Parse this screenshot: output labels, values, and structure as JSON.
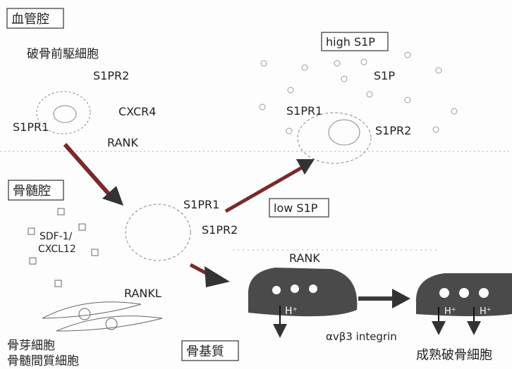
{
  "labels": {
    "blood_vessel": "血管腔",
    "osteoclast_precursor": "破骨前駆細胞",
    "s1pr2_top": "S1PR2",
    "cxcr4": "CXCR4",
    "s1pr1_left": "S1PR1",
    "rank_left": "RANK",
    "high_s1p": "high S1P",
    "s1p": "S1P",
    "s1pr1_right": "S1PR1",
    "s1pr2_right": "S1PR2",
    "bone_marrow": "骨髄腔",
    "s1pr1_mid": "S1PR1",
    "s1pr2_mid": "S1PR2",
    "low_s1p": "low S1P",
    "sdf1_line1": "SDF-1/",
    "sdf1_line2": "CXCL12",
    "rank_mid": "RANK",
    "rankl": "RANKL",
    "proton_1": "H⁺",
    "proton_2": "H⁺",
    "proton_3": "H⁺",
    "integrin": "αvβ3 integrin",
    "osteoblast": "骨芽細胞",
    "stromal": "骨髄間質細胞",
    "bone_matrix": "骨基質",
    "mature_osteoclast": "成熟破骨細胞"
  },
  "colors": {
    "arrow_red": "#7a2a2a",
    "arrow_dark": "#3a3a3a",
    "cell_dark": "#4a4a4a"
  }
}
